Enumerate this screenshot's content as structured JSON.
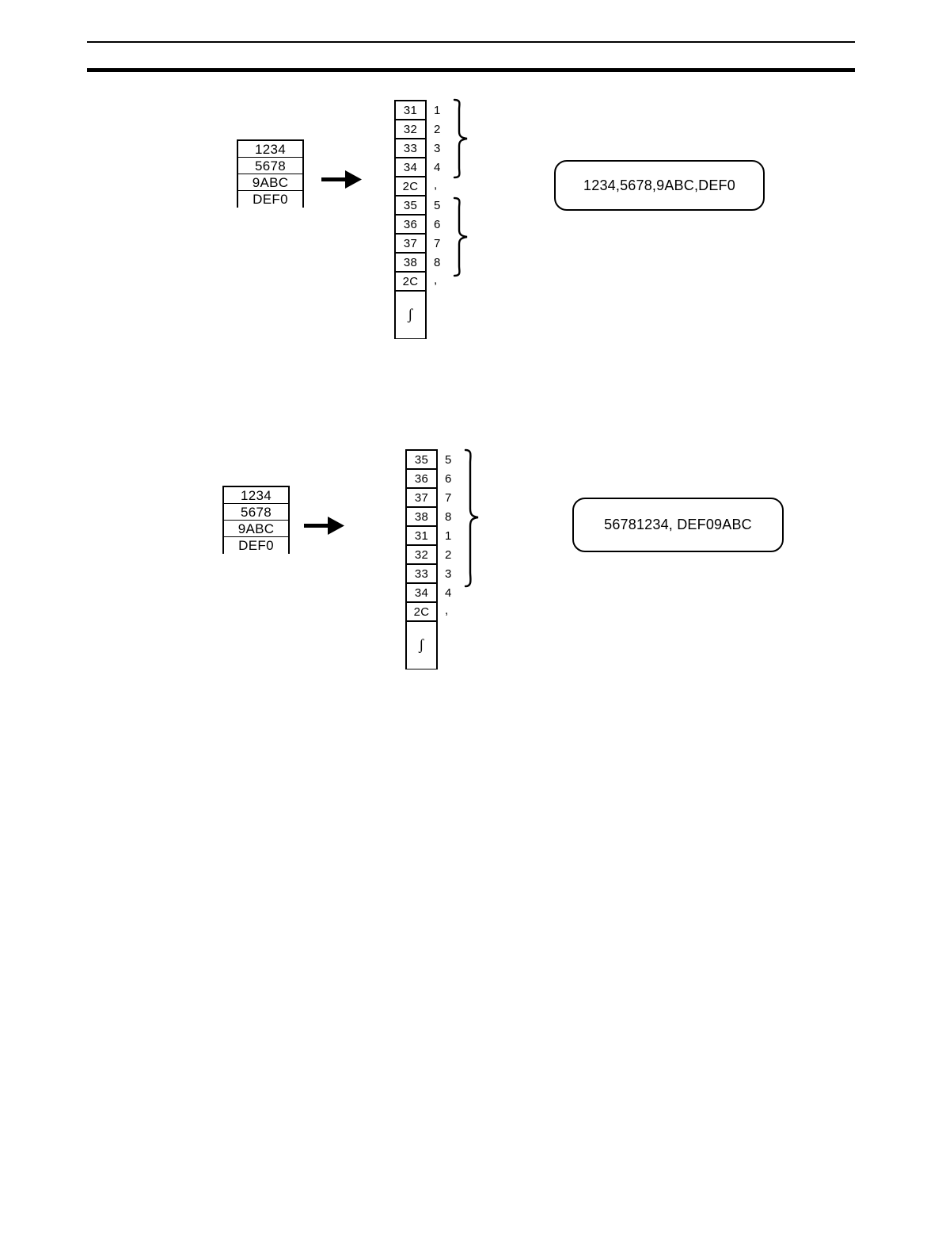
{
  "page": {
    "background": "#ffffff",
    "ink": "#000000"
  },
  "header": {
    "rule_top": "",
    "rule_bottom": ""
  },
  "figures": [
    {
      "id": "figure-ascii-order-normal",
      "input_table": {
        "name": "source-words",
        "rows": [
          "1234",
          "5678",
          "9ABC",
          "DEF0"
        ]
      },
      "arrow": {
        "name": "conversion-arrow"
      },
      "byte_column": {
        "name": "byte-stream",
        "cells": [
          {
            "hex": "31",
            "ascii": "1"
          },
          {
            "hex": "32",
            "ascii": "2"
          },
          {
            "hex": "33",
            "ascii": "3"
          },
          {
            "hex": "34",
            "ascii": "4"
          },
          {
            "hex": "2C",
            "ascii": ","
          },
          {
            "hex": "35",
            "ascii": "5"
          },
          {
            "hex": "36",
            "ascii": "6"
          },
          {
            "hex": "37",
            "ascii": "7"
          },
          {
            "hex": "38",
            "ascii": "8"
          },
          {
            "hex": "2C",
            "ascii": ","
          }
        ],
        "continuation": "ʃ"
      },
      "braces": [
        {
          "name": "group-brace-first",
          "spans": [
            "31",
            "32",
            "33",
            "34"
          ]
        },
        {
          "name": "group-brace-second",
          "spans": [
            "35",
            "36",
            "37",
            "38"
          ]
        }
      ],
      "result": {
        "name": "result-string",
        "text": "1234,5678,9ABC,DEF0"
      }
    },
    {
      "id": "figure-ascii-order-swapped",
      "input_table": {
        "name": "source-words",
        "rows": [
          "1234",
          "5678",
          "9ABC",
          "DEF0"
        ]
      },
      "arrow": {
        "name": "conversion-arrow"
      },
      "byte_column": {
        "name": "byte-stream",
        "cells": [
          {
            "hex": "35",
            "ascii": "5"
          },
          {
            "hex": "36",
            "ascii": "6"
          },
          {
            "hex": "37",
            "ascii": "7"
          },
          {
            "hex": "38",
            "ascii": "8"
          },
          {
            "hex": "31",
            "ascii": "1"
          },
          {
            "hex": "32",
            "ascii": "2"
          },
          {
            "hex": "33",
            "ascii": "3"
          },
          {
            "hex": "34",
            "ascii": "4"
          },
          {
            "hex": "2C",
            "ascii": ","
          }
        ],
        "continuation": "ʃ"
      },
      "braces": [
        {
          "name": "group-brace-first",
          "spans": [
            "35",
            "36",
            "37",
            "38",
            "31",
            "32",
            "33",
            "34"
          ]
        }
      ],
      "result": {
        "name": "result-string",
        "text": "56781234, DEF09ABC"
      }
    }
  ]
}
